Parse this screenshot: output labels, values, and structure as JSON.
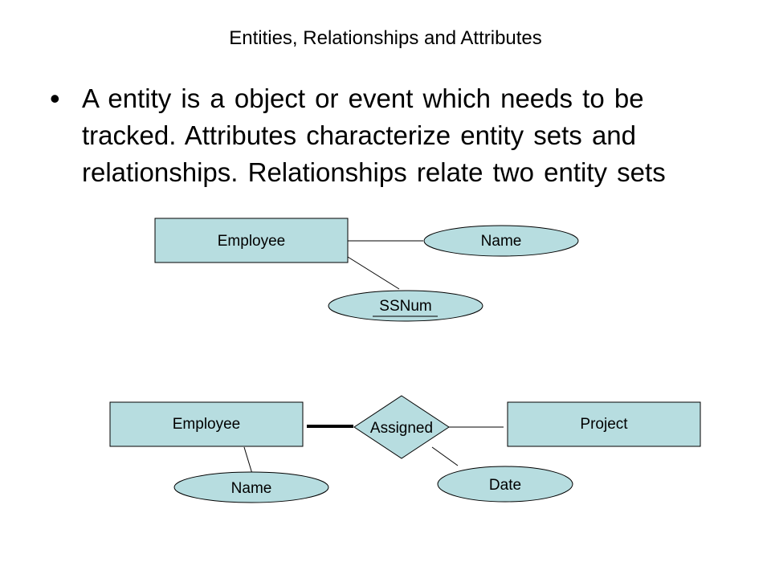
{
  "slide": {
    "title": "Entities, Relationships and Attributes",
    "bullet": "A entity is a object or event which needs to be tracked. Attributes characterize entity sets and relationships. Relationships relate two entity sets"
  },
  "diagram1": {
    "entity": "Employee",
    "attr_name": "Name",
    "attr_key": "SSNum"
  },
  "diagram2": {
    "entity_left": "Employee",
    "relationship": "Assigned",
    "entity_right": "Project",
    "attr_left": "Name",
    "attr_rel": "Date"
  },
  "colors": {
    "shape_fill": "#b7dde0",
    "stroke": "#000000"
  }
}
